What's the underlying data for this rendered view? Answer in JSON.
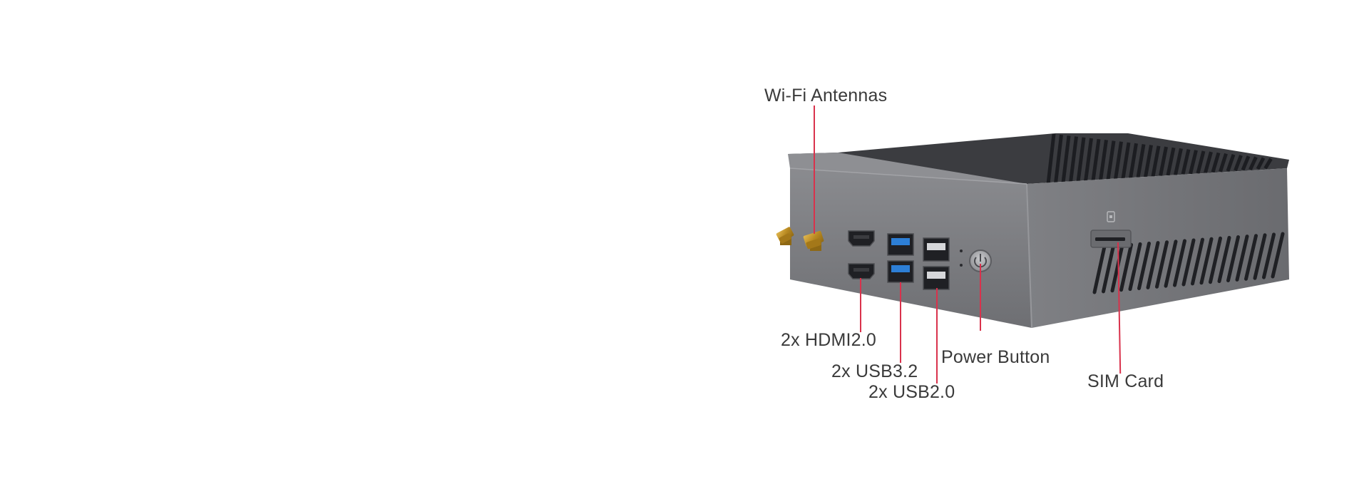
{
  "accent_color": "#d9324c",
  "device_colors": {
    "body": "#7c7d81",
    "body_dark": "#5c5d61",
    "top": "#3a3b3f",
    "port": "#1f2024",
    "usb3_tongue": "#2d7fd6",
    "antenna": "#c9992f"
  },
  "callouts": {
    "wifi": "Wi-Fi Antennas",
    "hdmi": "2x HDMI2.0",
    "usb32": "2x USB3.2",
    "usb20": "2x USB2.0",
    "power": "Power Button",
    "sim": "SIM Card"
  },
  "icons": [
    "power-icon",
    "sim-card-icon"
  ]
}
